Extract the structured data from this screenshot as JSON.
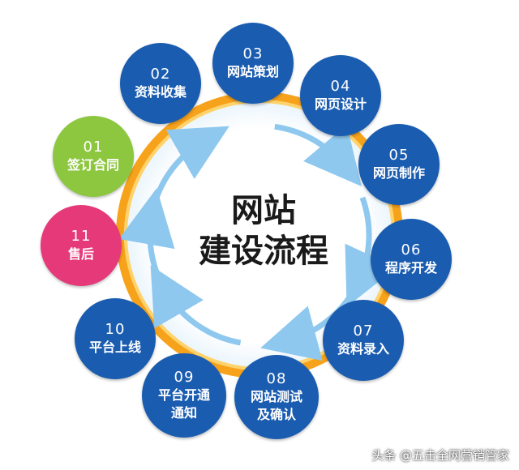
{
  "title": {
    "line1": "网站",
    "line2": "建设流程"
  },
  "colors": {
    "step_blue": "#1a5cb0",
    "step_green": "#8dc63f",
    "step_pink": "#e6397a",
    "ring_outer": "#f7a21b",
    "ring_inner": "#ffd36a",
    "arrow": "#8ec8ee"
  },
  "steps": [
    {
      "num": "01",
      "label": "签订合同",
      "color": "green"
    },
    {
      "num": "02",
      "label": "资料收集",
      "color": "blue"
    },
    {
      "num": "03",
      "label": "网站策划",
      "color": "blue"
    },
    {
      "num": "04",
      "label": "网页设计",
      "color": "blue"
    },
    {
      "num": "05",
      "label": "网页制作",
      "color": "blue"
    },
    {
      "num": "06",
      "label": "程序开发",
      "color": "blue"
    },
    {
      "num": "07",
      "label": "资料录入",
      "color": "blue"
    },
    {
      "num": "08",
      "label": "网站测试及确认",
      "color": "blue"
    },
    {
      "num": "09",
      "label": "平台开通通知",
      "color": "blue"
    },
    {
      "num": "10",
      "label": "平台上线",
      "color": "blue"
    },
    {
      "num": "11",
      "label": "售后",
      "color": "pink"
    }
  ],
  "watermark": "头条 @五击全网营销管家"
}
